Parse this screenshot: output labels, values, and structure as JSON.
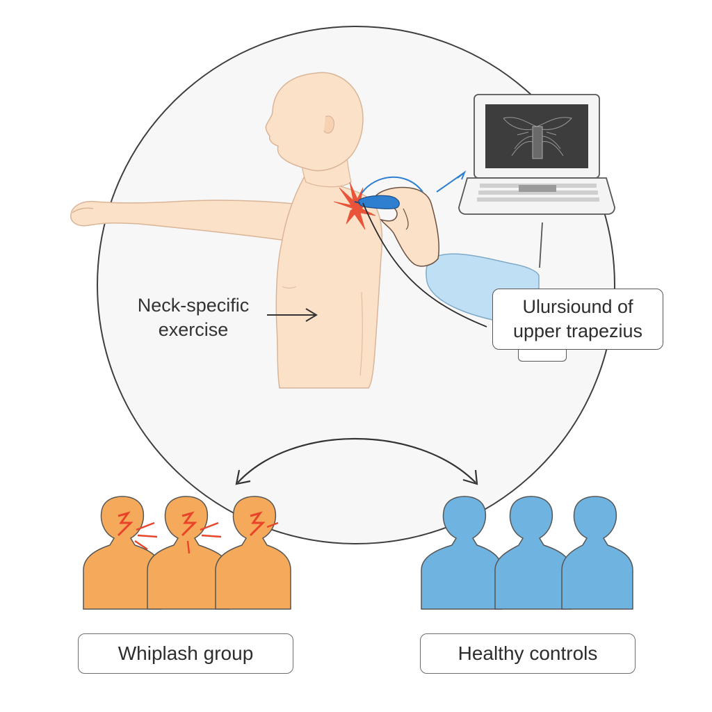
{
  "labels": {
    "exercise_line1": "Neck-specific",
    "exercise_line2": "exercise",
    "ultrasound_line1": "Ulursiound of",
    "ultrasound_line2": "upper trapezius"
  },
  "groups": {
    "whiplash": "Whiplash group",
    "healthy": "Healthy controls"
  },
  "colors": {
    "skin": "#fbe1c8",
    "whiplash_fill": "#f5a95a",
    "healthy_fill": "#6fb3e0",
    "pain_red": "#e8442a",
    "sleeve": "#bfe0f4",
    "outline": "#3a3a3a"
  }
}
